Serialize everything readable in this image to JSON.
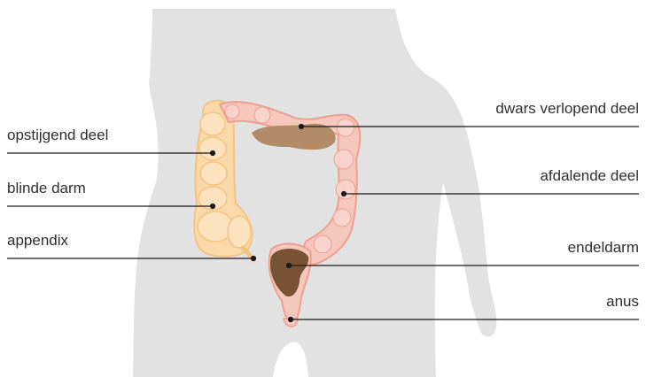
{
  "labels": {
    "left": [
      "opstijgend deel",
      "blinde darm",
      "appendix"
    ],
    "right": [
      "dwars verlopend deel",
      "afdalende deel",
      "endeldarm",
      "anus"
    ]
  },
  "colors": {
    "body": "#e2e2e2",
    "ascending": "#fcd9a8",
    "colon": "#f2a79a",
    "stool": "#b08b66",
    "rectum": "#7a5336",
    "leader": "#1a1a1a"
  }
}
